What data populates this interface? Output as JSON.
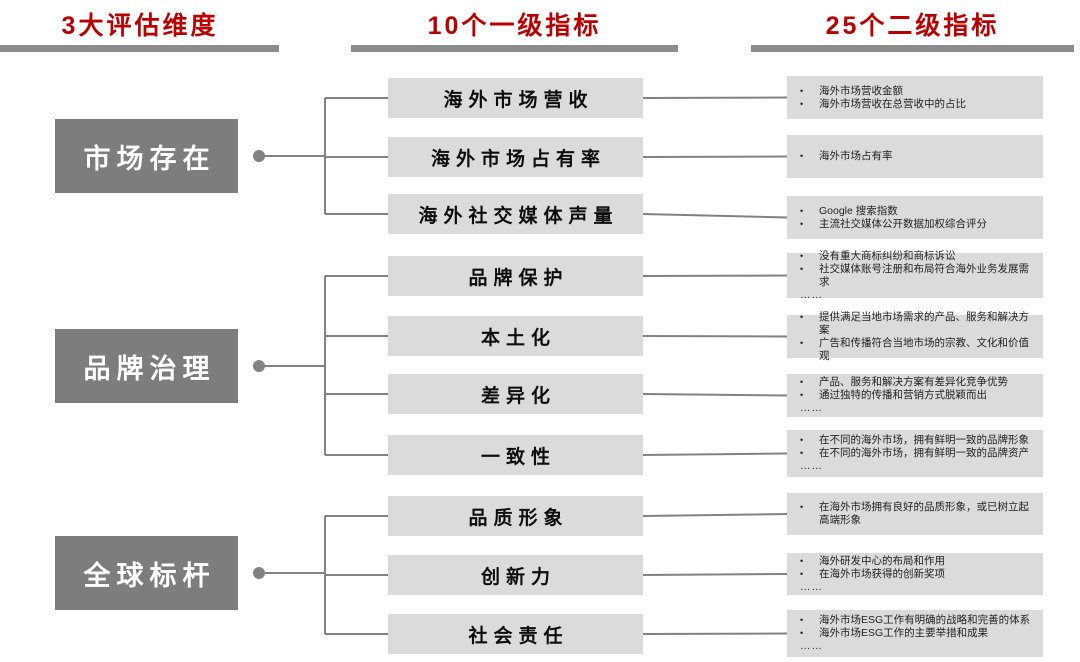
{
  "colors": {
    "accent_red": "#b80000",
    "header_bar_gray": "#8c8c8c",
    "dimension_box_bg": "#7d7d7d",
    "dimension_box_text": "#ffffff",
    "light_box_bg": "#dbdbdb",
    "connector_gray": "#828282",
    "detail_text": "#1f1f1f"
  },
  "headers": [
    {
      "label": "3大评估维度"
    },
    {
      "label": "10个一级指标"
    },
    {
      "label": "25个二级指标"
    }
  ],
  "ellipsis_text": "……",
  "bullet_glyph": "•",
  "groups": [
    {
      "dimension": "市场存在",
      "indicators": [
        {
          "label": "海外市场营收",
          "details": [
            "海外市场营收金额",
            "海外市场营收在总营收中的占比"
          ],
          "more": false
        },
        {
          "label": "海外市场占有率",
          "details": [
            "海外市场占有率"
          ],
          "more": false
        },
        {
          "label": "海外社交媒体声量",
          "details": [
            "Google 搜索指数",
            "主流社交媒体公开数据加权综合评分"
          ],
          "more": false
        }
      ]
    },
    {
      "dimension": "品牌治理",
      "indicators": [
        {
          "label": "品牌保护",
          "details": [
            "没有重大商标纠纷和商标诉讼",
            "社交媒体账号注册和布局符合海外业务发展需求"
          ],
          "more": true
        },
        {
          "label": "本土化",
          "details": [
            "提供满足当地市场需求的产品、服务和解决方案",
            "广告和传播符合当地市场的宗教、文化和价值观"
          ],
          "more": false
        },
        {
          "label": "差异化",
          "details": [
            "产品、服务和解决方案有差异化竞争优势",
            "通过独特的传播和营销方式脱颖而出"
          ],
          "more": true
        },
        {
          "label": "一致性",
          "details": [
            "在不同的海外市场，拥有鲜明一致的品牌形象",
            "在不同的海外市场，拥有鲜明一致的品牌资产"
          ],
          "more": true
        }
      ]
    },
    {
      "dimension": "全球标杆",
      "indicators": [
        {
          "label": "品质形象",
          "details": [
            "在海外市场拥有良好的品质形象，或已树立起高端形象"
          ],
          "more": false
        },
        {
          "label": "创新力",
          "details": [
            "海外研发中心的布局和作用",
            "在海外市场获得的创新奖项"
          ],
          "more": true
        },
        {
          "label": "社会责任",
          "details": [
            "海外市场ESG工作有明确的战略和完善的体系",
            "海外市场ESG工作的主要举措和成果"
          ],
          "more": true
        }
      ]
    }
  ]
}
